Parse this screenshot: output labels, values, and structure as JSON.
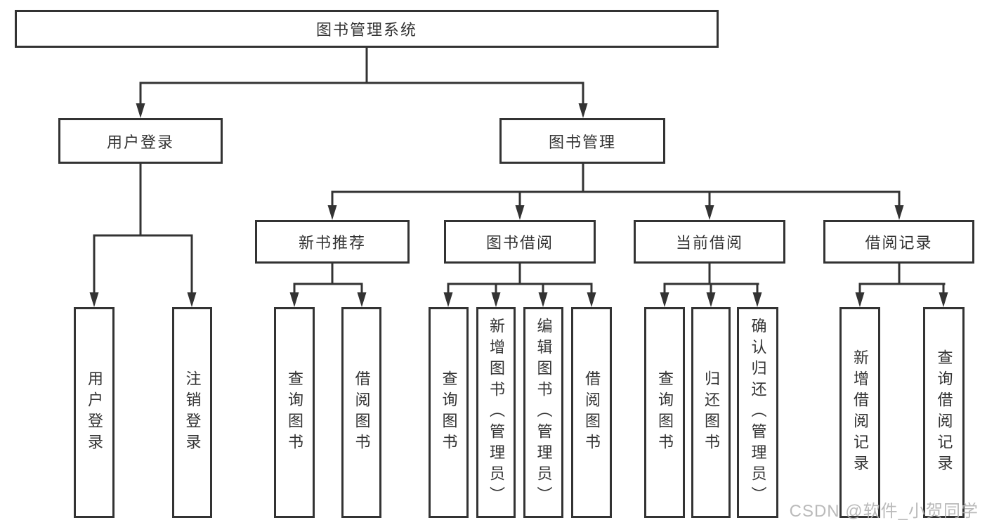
{
  "nodes": {
    "root": "图书管理系统",
    "level2": [
      "用户登录",
      "图书管理"
    ],
    "level3": [
      "新书推荐",
      "图书借阅",
      "当前借阅",
      "借阅记录"
    ],
    "leaves_user_login": [
      "用户登录",
      "注销登录"
    ],
    "leaves_new_book": [
      "查询图书",
      "借阅图书"
    ],
    "leaves_book_borrow": [
      "查询图书",
      "新增图书（管理员）",
      "编辑图书（管理员）",
      "借阅图书"
    ],
    "leaves_current_borrow": [
      "查询图书",
      "归还图书",
      "确认归还（管理员）"
    ],
    "leaves_borrow_record": [
      "新增借阅记录",
      "查询借阅记录"
    ]
  },
  "watermark": "CSDN @软件_小贺同学",
  "colors": {
    "line": "#333333",
    "text": "#333333",
    "box_fill": "#ffffff",
    "watermark": "#b3b3b3"
  }
}
